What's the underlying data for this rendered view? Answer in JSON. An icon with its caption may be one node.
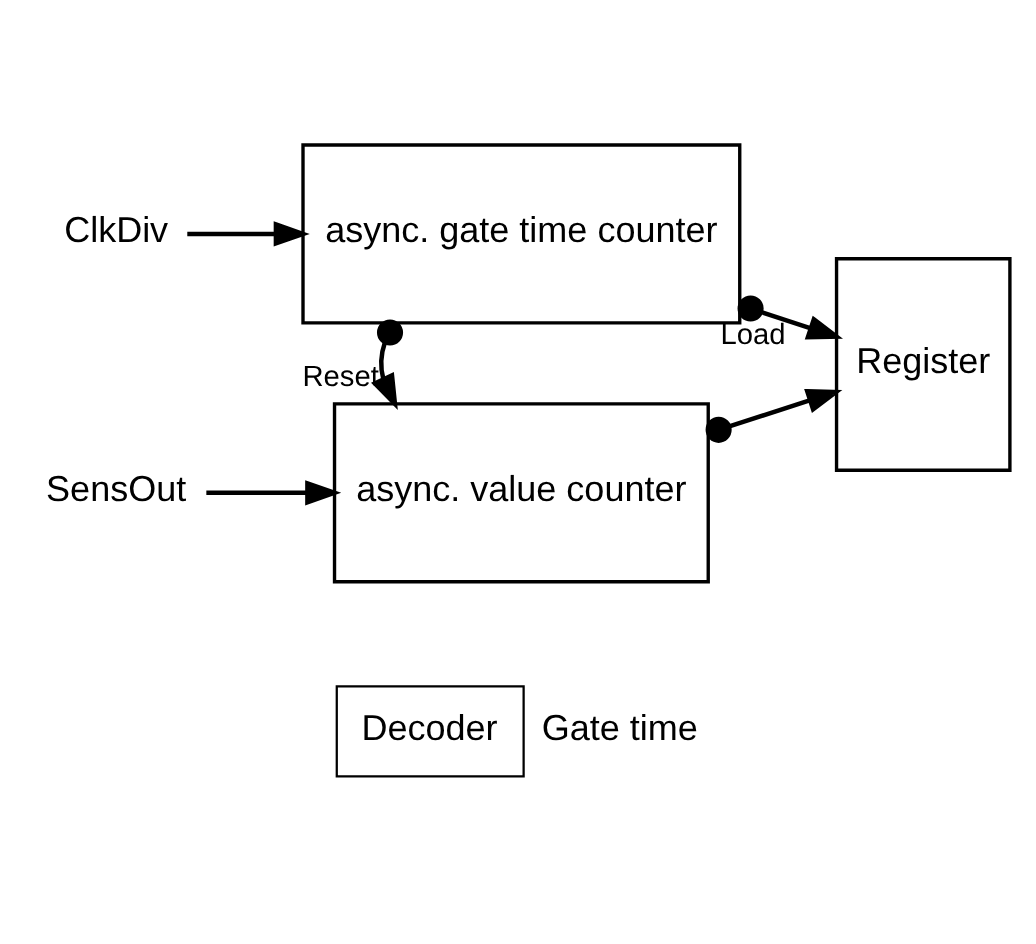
{
  "diagram": {
    "nodes": [
      {
        "text": [
          "SensOut"
        ]
      },
      {
        "text": [
          "async. value counter"
        ]
      },
      {
        "text": [
          "Register"
        ]
      },
      {
        "text": [
          "ClkDiv"
        ]
      },
      {
        "text": [
          "async. gate time counter"
        ]
      },
      {
        "text": [
          "Decoder"
        ],
        "beside": [
          "Gate time"
        ]
      }
    ],
    "edges": [
      {
        "from": 0,
        "to": 1,
        "arrow": "to"
      },
      {
        "from": 1,
        "to": 2,
        "arrow": "to"
      },
      {
        "from": 4,
        "to": 1,
        "arrow": "to",
        "label": "Reset"
      },
      {
        "from": 4,
        "to": 2,
        "arrow": "to",
        "label": "Load"
      },
      {
        "from": 3,
        "to": 4,
        "arrow": "to"
      }
    ]
  }
}
